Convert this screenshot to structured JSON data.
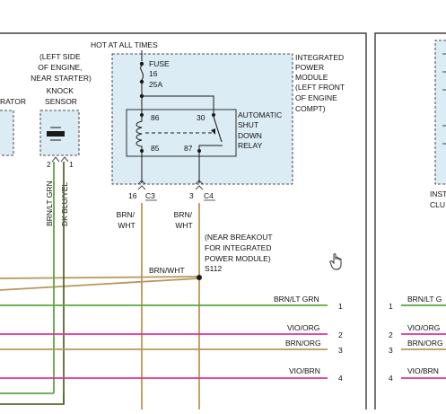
{
  "colors": {
    "background": "#ffffff",
    "component_fill": "#dcecf5",
    "ink": "#1a1a1a",
    "wire_brn": "#b8975a",
    "wire_brn_lt_grn": "#5aa83c",
    "wire_dk_blu_yel": "#556b2f",
    "wire_vio_org": "#e0339c"
  },
  "header": {
    "hot_at_all_times": "HOT AT ALL TIMES"
  },
  "left_partial": {
    "label": "RATOR"
  },
  "knock_sensor": {
    "location": [
      "(LEFT SIDE",
      "OF ENGINE,",
      "NEAR STARTER)"
    ],
    "name": [
      "KNOCK",
      "SENSOR"
    ],
    "pin_2": "2",
    "pin_1": "1",
    "wire_2": "BRN/LT GRN",
    "wire_1": "DK BLU/YEL"
  },
  "ipm": {
    "title": [
      "INTEGRATED",
      "POWER",
      "MODULE",
      "(LEFT FRONT",
      "OF ENGINE",
      "COMPT)"
    ],
    "fuse": [
      "FUSE",
      "16",
      "25A"
    ],
    "relay_name": [
      "AUTOMATIC",
      "SHUT",
      "DOWN",
      "RELAY"
    ],
    "relay_pins": {
      "p86": "86",
      "p30": "30",
      "p85": "85",
      "p87": "87"
    },
    "connector_left": {
      "pin": "16",
      "name": "C3",
      "wire": [
        "BRN/",
        "WHT"
      ]
    },
    "connector_right": {
      "pin": "3",
      "name": "C4",
      "wire": [
        "BRN/",
        "WHT"
      ]
    }
  },
  "splice": {
    "note": [
      "(NEAR BREAKOUT",
      "FOR INTEGRATED",
      "POWER MODULE)"
    ],
    "id": "S112",
    "wire_label": "BRN/WHT"
  },
  "output_wires": [
    {
      "label": "BRN/LT GRN",
      "num": "1",
      "color_key": "wire_brn_lt_grn"
    },
    {
      "label": "VIO/ORG",
      "num": "2",
      "color_key": "wire_vio_org"
    },
    {
      "label": "BRN/ORG",
      "num": "3",
      "color_key": "wire_brn"
    },
    {
      "label": "VIO/BRN",
      "num": "4",
      "color_key": "wire_vio_org"
    }
  ],
  "right_panel": {
    "labels": [
      "INST",
      "CLU"
    ],
    "wires": [
      "BRN/LT G",
      "VIO/ORG",
      "BRN/ORG",
      "VIO/BRN"
    ],
    "nums": [
      "1",
      "2",
      "3",
      "4"
    ]
  }
}
